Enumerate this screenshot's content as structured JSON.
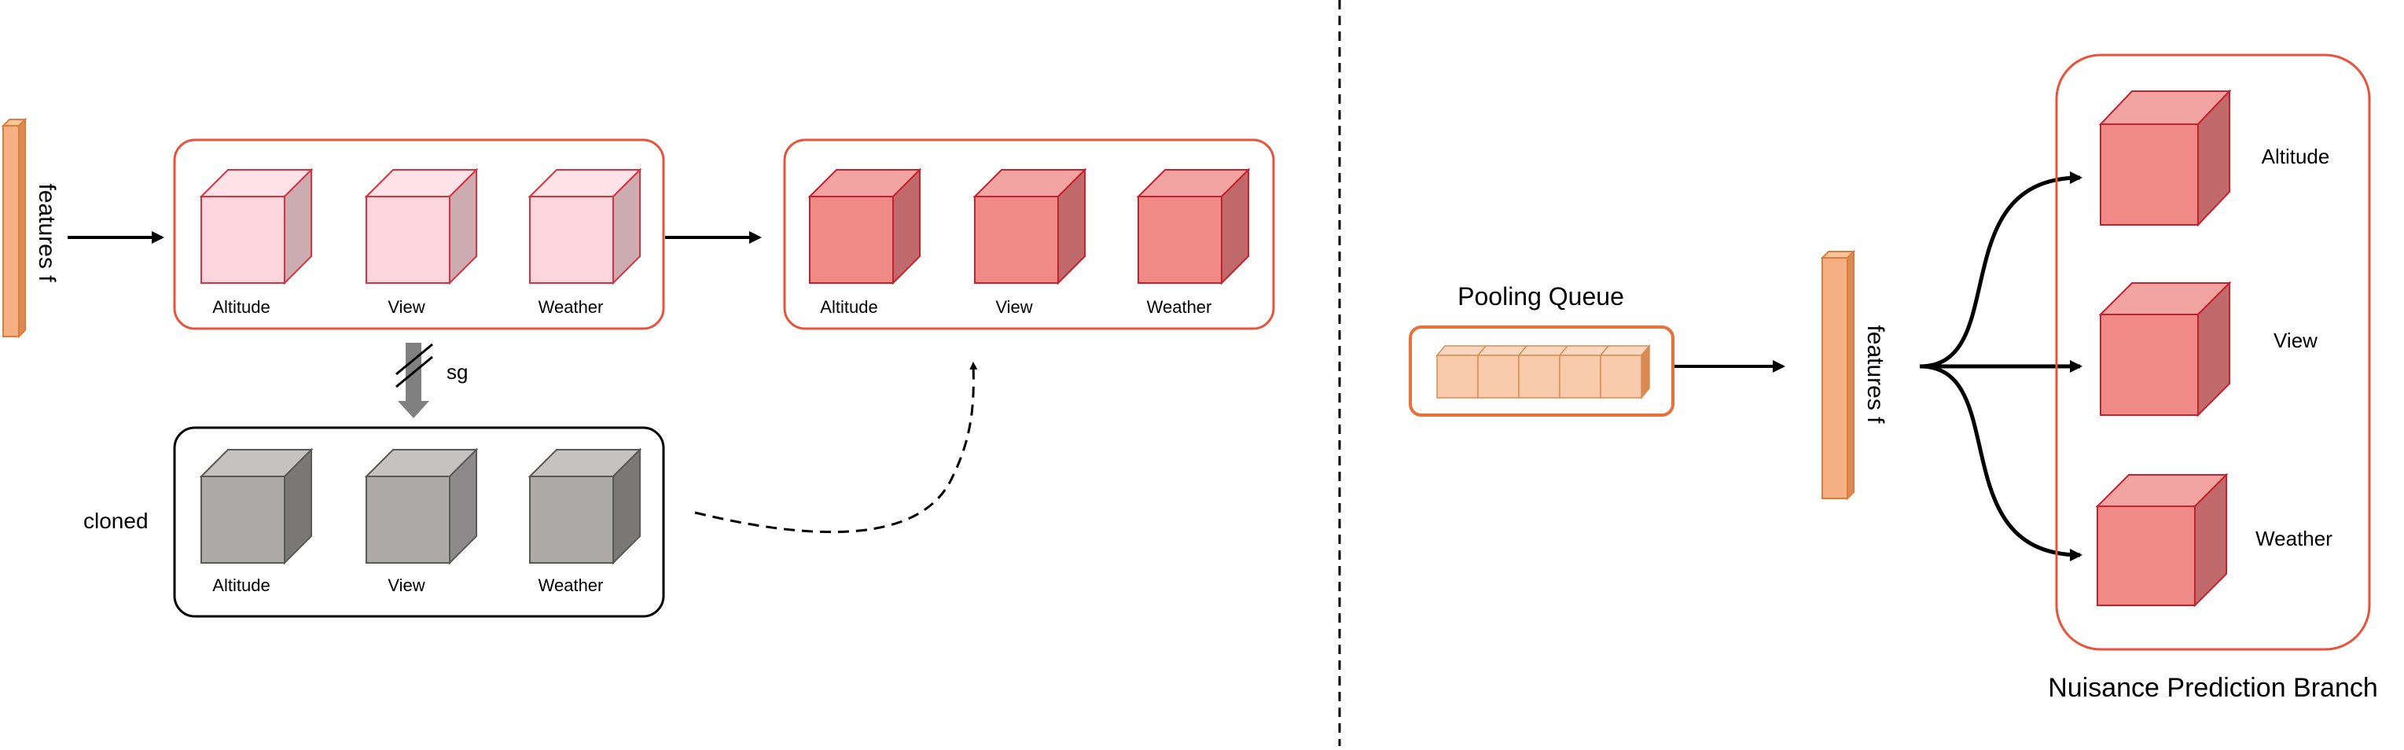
{
  "left": {
    "features_label": "features f",
    "group_light": [
      "Altitude",
      "View",
      "Weather"
    ],
    "group_dark": [
      "Altitude",
      "View",
      "Weather"
    ],
    "group_gray": [
      "Altitude",
      "View",
      "Weather"
    ],
    "stop_gradient_label": "sg",
    "cloned_label": "cloned"
  },
  "right": {
    "pooling_queue_label": "Pooling Queue",
    "features_label": "features f",
    "heads": [
      "Altitude",
      "View",
      "Weather"
    ],
    "branch_label": "Nuisance Prediction Branch"
  },
  "colors": {
    "accent_border": "#e8533c",
    "feature_orange": "#f5b183",
    "light_red_face": "#ffd6de",
    "red_face": "#ef8a87",
    "gray_face": "#aeaaaa",
    "queue_cell": "#f8cbad"
  }
}
